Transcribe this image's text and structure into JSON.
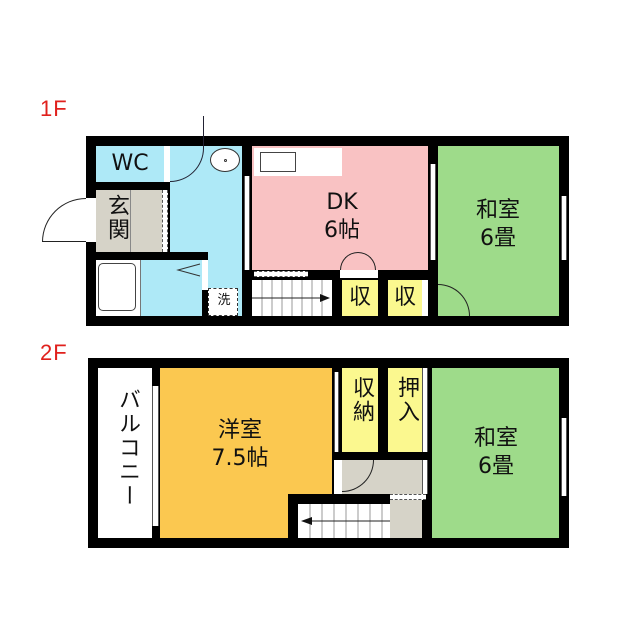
{
  "floors": [
    {
      "label": "1F",
      "rooms": {
        "wc": "WC",
        "genkan": "玄関",
        "dk_name": "DK",
        "dk_size": "6帖",
        "washitsu_name": "和室",
        "washitsu_size": "6畳",
        "storage1": "収",
        "storage2": "収",
        "laundry": "洗"
      }
    },
    {
      "label": "2F",
      "rooms": {
        "balcony": "バルコニー",
        "youshitsu_name": "洋室",
        "youshitsu_size": "7.5帖",
        "shuunou": "収納",
        "oshiire": "押入",
        "washitsu_name": "和室",
        "washitsu_size": "6畳"
      }
    }
  ],
  "colors": {
    "floor_label": "#e0201c",
    "wet_area": "#aee9f7",
    "genkan": "#d6d3c8",
    "dk": "#f9c2c3",
    "washitsu": "#9edb8a",
    "youshitsu": "#fbc850",
    "storage": "#fbf88f",
    "hall": "#d6d3c8",
    "wall": "#000000"
  }
}
